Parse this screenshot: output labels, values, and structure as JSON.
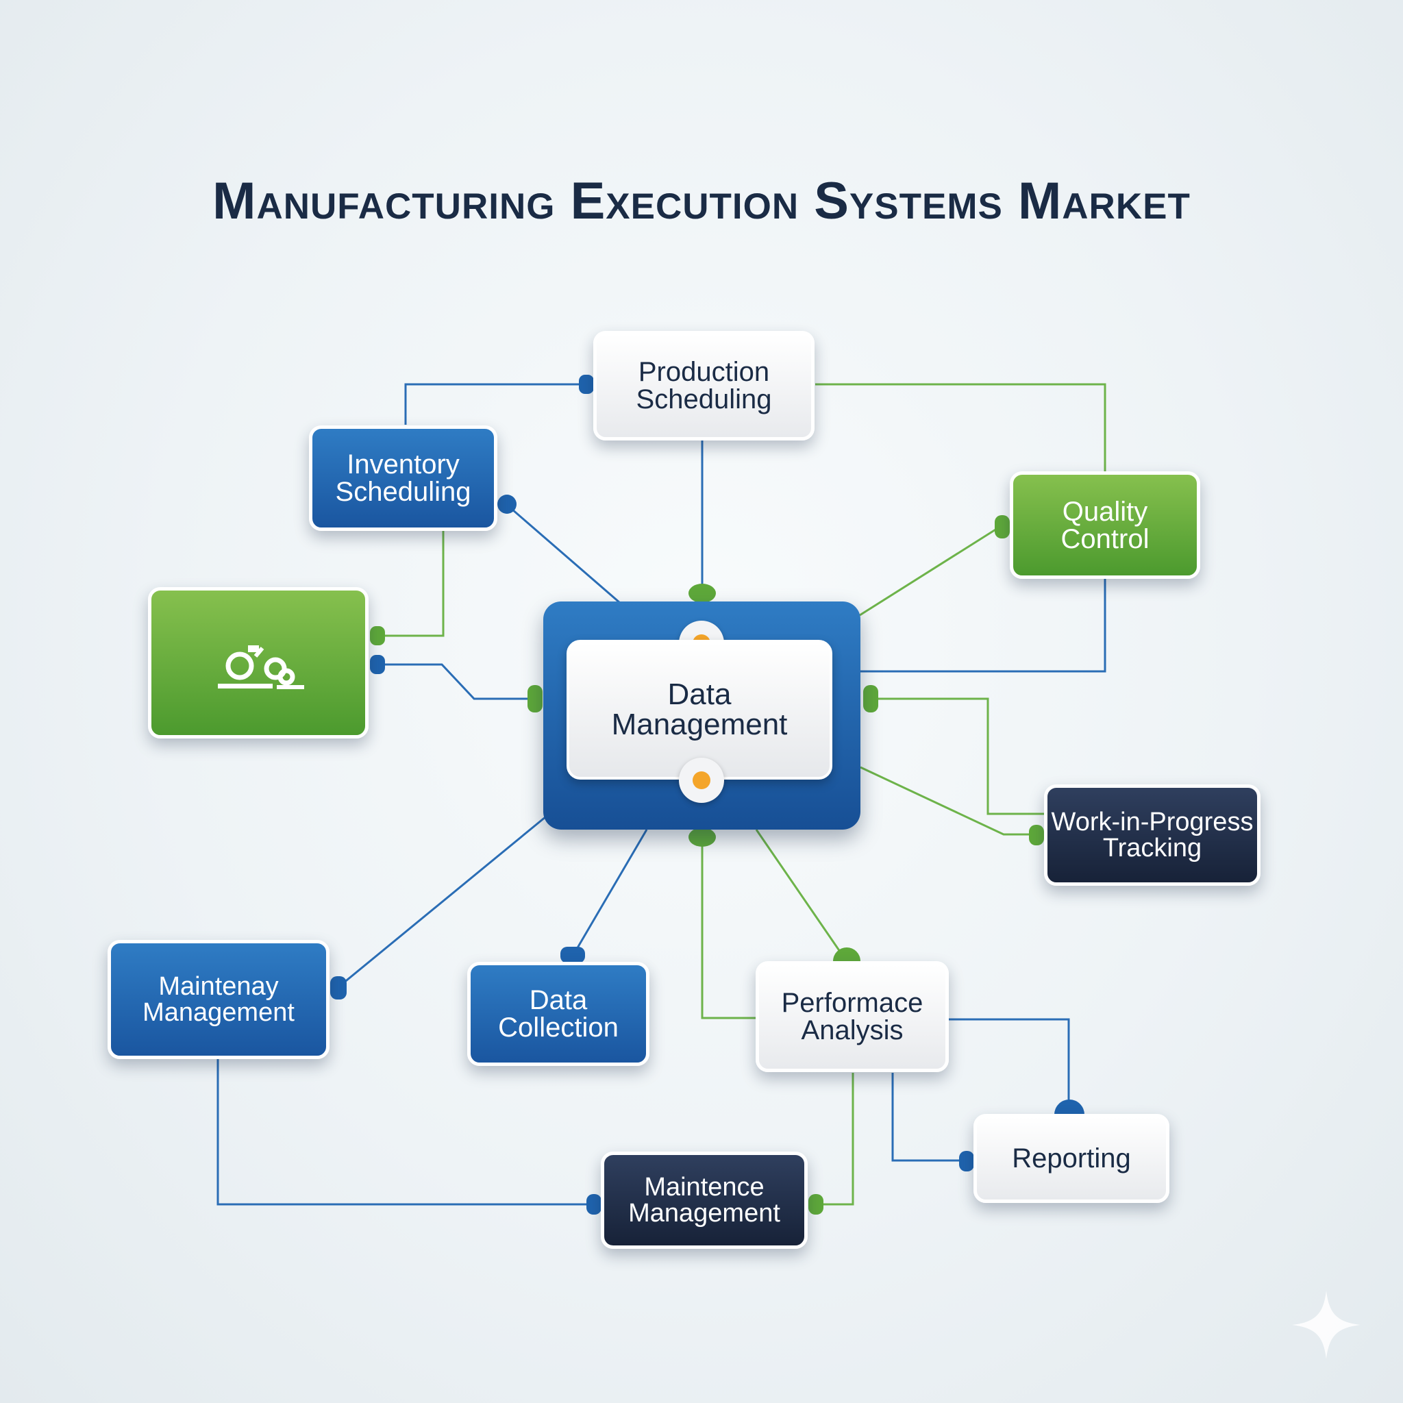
{
  "title": "Manufacturing Execution Systems Market",
  "hub": {
    "label": "Data\nManagement"
  },
  "nodes": {
    "production_scheduling": "Production\nScheduling",
    "inventory_scheduling": "Inventory\nScheduling",
    "quality_control": "Quality\nControl",
    "work_in_progress": "Work-in-Progress\nTracking",
    "maintenay_management": "Maintenay\nManagement",
    "data_collection": "Data\nCollection",
    "performace_analysis": "Performace\nAnalysis",
    "reporting": "Reporting",
    "maintence_management": "Maintence\nManagement"
  },
  "icons": {
    "machinery": "machinery-icon",
    "sparkle": "sparkle-icon"
  },
  "colors": {
    "blue": "#1f63ad",
    "green": "#5ea83a",
    "navy": "#1d2a44",
    "hub_dot": "#f4a52a",
    "title": "#1a2b45"
  }
}
